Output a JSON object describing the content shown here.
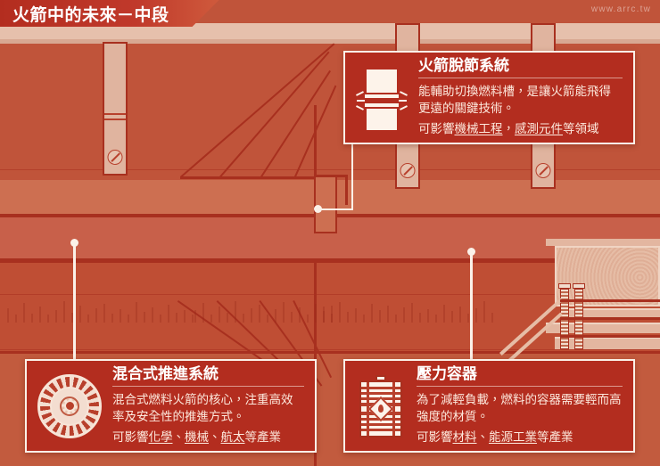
{
  "header": {
    "title": "火箭中的未來－中段",
    "watermark": "www.arrc.tw"
  },
  "callouts": [
    {
      "id": "separation-system",
      "icon": "rocket-separation-icon",
      "title": "火箭脫節系統",
      "description": "能輔助切換燃料槽，是讓火箭能飛得更遠的關鍵技術。",
      "impact_prefix": "可影響",
      "tags": [
        "機械工程",
        "感測元件"
      ],
      "tag_separator": "，",
      "impact_suffix": "等領域"
    },
    {
      "id": "hybrid-propulsion-system",
      "icon": "radial-engine-icon",
      "title": "混合式推進系統",
      "description": "混合式燃料火箭的核心，注重高效率及安全性的推進方式。",
      "impact_prefix": "可影響",
      "tags": [
        "化學",
        "機械",
        "航太"
      ],
      "tag_separator": "、",
      "impact_suffix": "等產業"
    },
    {
      "id": "pressure-vessel",
      "icon": "fuel-drum-icon",
      "title": "壓力容器",
      "description": "為了減輕負載，燃料的容器需要輕而高強度的材質。",
      "impact_prefix": "可影響",
      "tags": [
        "材料",
        "能源工業"
      ],
      "tag_separator": "、",
      "impact_suffix": "等產業"
    }
  ],
  "diagram": {
    "name": "rocket-midsection-blueprint",
    "struts": [
      "strut-left",
      "strut-mid-right",
      "strut-right"
    ],
    "details": [
      "fan-truss",
      "ruler-ticks",
      "concentric-ring-panel",
      "threaded-rods"
    ]
  },
  "colors": {
    "ribbon": "#b32d1f",
    "card": "#b32d1f",
    "card_border": "#fbf1e8",
    "body": "#c0543a",
    "body_light": "#cd6f51",
    "outline": "#a8301f",
    "cream": "#e6c0ac"
  }
}
